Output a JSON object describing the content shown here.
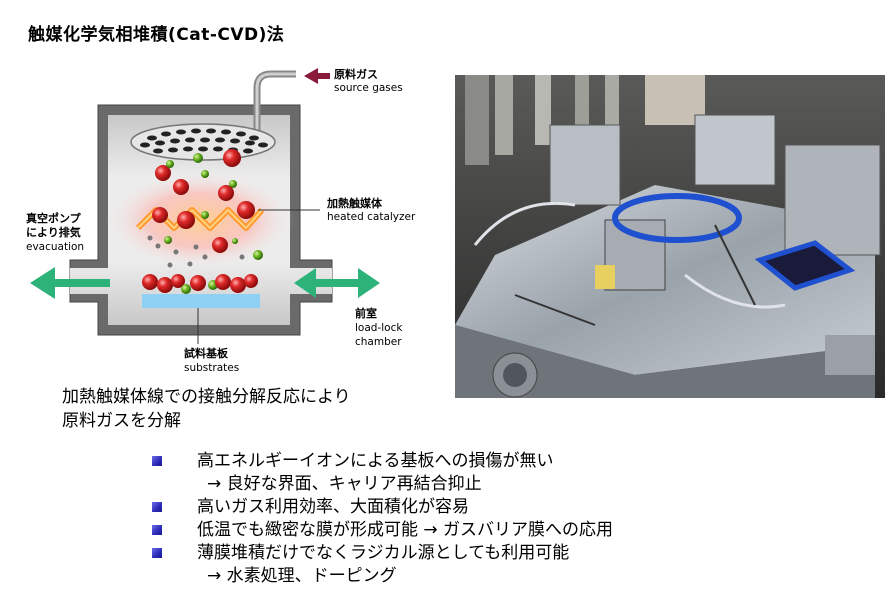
{
  "title": "触媒化学気相堆積(Cat-CVD)法",
  "diagram": {
    "source_gas_jp": "原料ガス",
    "source_gas_en": "source gases",
    "catalyzer_jp": "加熱触媒体",
    "catalyzer_en": "heated catalyzer",
    "evac_jp1": "真空ポンプ",
    "evac_jp2": "により排気",
    "evac_en": "evacuation",
    "loadlock_jp": "前室",
    "loadlock_en1": "load-lock",
    "loadlock_en2": "chamber",
    "substrate_jp": "試料基板",
    "substrate_en": "substrates"
  },
  "caption": {
    "line1": "加熱触媒体線での接触分解反応により",
    "line2": "原料ガスを分解"
  },
  "bullets": [
    {
      "text": "高エネルギーイオンによる基板への損傷が無い",
      "sub": "→ 良好な界面、キャリア再結合抑止"
    },
    {
      "text": "高いガス利用効率、大面積化が容易"
    },
    {
      "text": "低温でも緻密な膜が形成可能 → ガスバリア膜への応用"
    },
    {
      "text": "薄膜堆積だけでなくラジカル源としても利用可能",
      "sub": "→ 水素処理、ドーピング"
    }
  ],
  "colors": {
    "bullet": "#2a2ab8",
    "arrow_evac": "#2db37a",
    "arrow_source": "#8a1a3a",
    "substrate": "#8fd0f5",
    "catalyzer": "#ffa040",
    "chamber_fill": "#d6d6d6"
  }
}
